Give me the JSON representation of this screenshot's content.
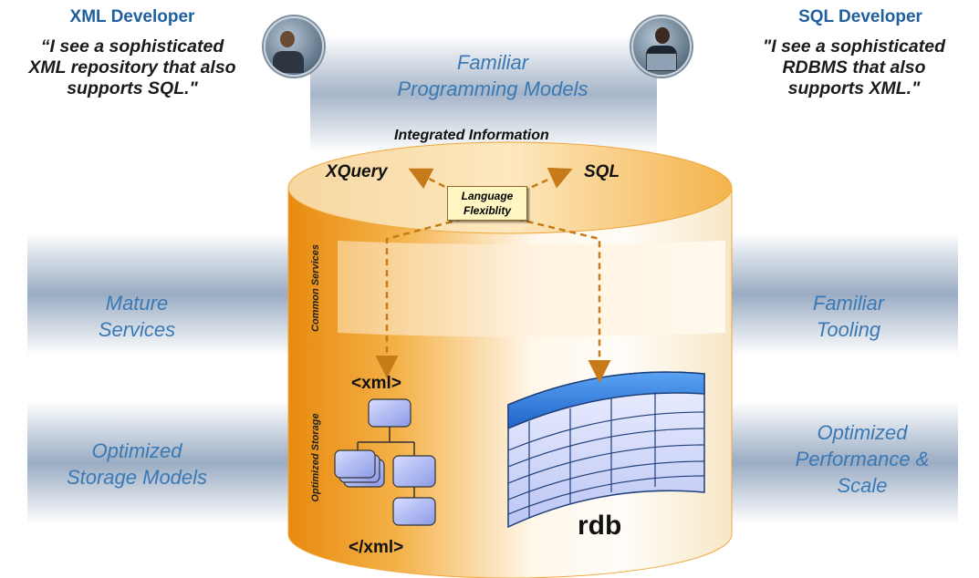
{
  "developers": {
    "xml": {
      "title": "XML Developer",
      "quote_lines": [
        "“I see a sophisticated",
        "XML repository that also",
        "supports SQL.\""
      ]
    },
    "sql": {
      "title": "SQL Developer",
      "quote_lines": [
        "\"I see a sophisticated",
        "RDBMS that also",
        "supports XML.\""
      ]
    }
  },
  "bands": {
    "top": [
      "Familiar",
      "Programming Models"
    ],
    "left_mid": [
      "Mature",
      "Services"
    ],
    "right_mid": [
      "Familiar",
      "Tooling"
    ],
    "left_low": [
      "Optimized",
      "Storage Models"
    ],
    "right_low": [
      "Optimized",
      "Performance &",
      "Scale"
    ]
  },
  "cylinder": {
    "caption": "Integrated Information",
    "xquery": "XQuery",
    "sql": "SQL",
    "language_box": [
      "Language",
      "Flexiblity"
    ],
    "common_services": "Common Services",
    "optimized_storage": "Optimized Storage",
    "xml_open": "<xml>",
    "xml_close": "</xml>",
    "rdb": "rdb"
  },
  "colors": {
    "band_blue": "#9fb0c6",
    "cylinder_orange": "#ee9a22",
    "cylinder_light": "#fff3dd",
    "accent_text": "#3a79b4",
    "header_blue": "#1f5fa0",
    "arrow": "#c67a18",
    "node_blue": "#b8c2f2",
    "table_blue": "#2f78d8"
  },
  "icons": {
    "xml_developer_avatar": "person-phone-icon",
    "sql_developer_avatar": "person-laptop-icon"
  }
}
